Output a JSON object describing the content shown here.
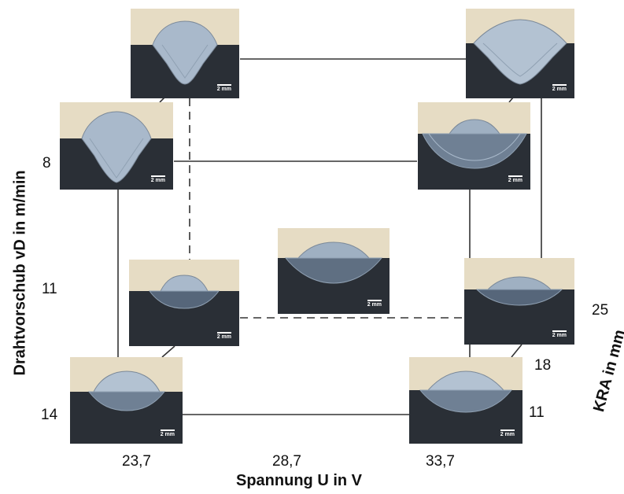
{
  "axes": {
    "x_title": "Spannung U in V",
    "y_title": "Drahtvorschub vD in m/min",
    "z_title": "KRA in mm",
    "x_ticks": [
      "23,7",
      "28,7",
      "33,7"
    ],
    "y_ticks": [
      "8",
      "11",
      "14"
    ],
    "z_ticks": [
      "11",
      "18",
      "25"
    ]
  },
  "samples": [
    {
      "id": "back-top-left",
      "scale": "2 mm"
    },
    {
      "id": "back-top-right",
      "scale": "2 mm"
    },
    {
      "id": "front-top-left",
      "scale": "2 mm"
    },
    {
      "id": "front-top-right",
      "scale": "2 mm"
    },
    {
      "id": "center",
      "scale": "2 mm"
    },
    {
      "id": "back-bottom-left",
      "scale": "2 mm"
    },
    {
      "id": "back-bottom-right",
      "scale": "2 mm"
    },
    {
      "id": "front-bottom-left",
      "scale": "2 mm"
    },
    {
      "id": "front-bottom-right",
      "scale": "2 mm"
    }
  ],
  "colors": {
    "plate": "#e6dcc4",
    "substrate": "#2a2f36",
    "bead": "#a9b9cb",
    "lines": "#333333"
  }
}
